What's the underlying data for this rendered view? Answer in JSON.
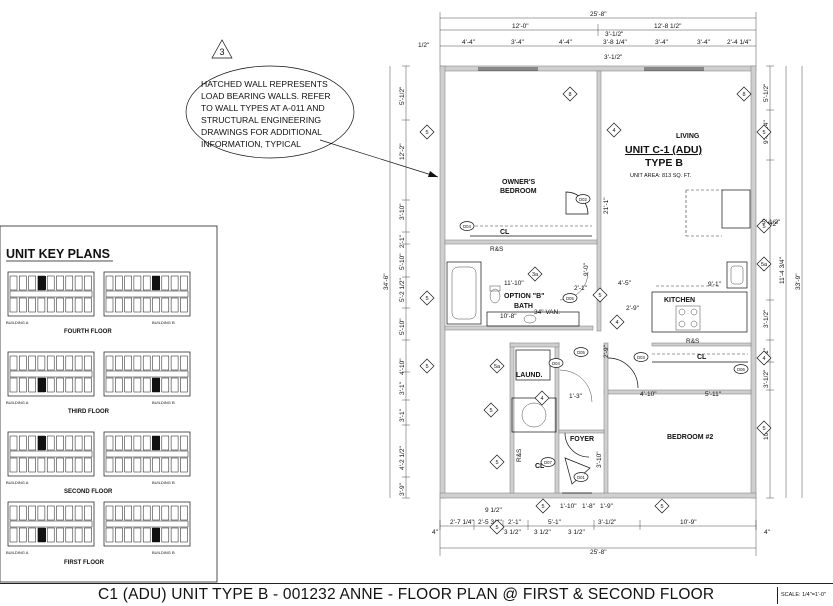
{
  "note_tag": "3",
  "note_lines": [
    "HATCHED WALL REPRESENTS",
    "LOAD BEARING WALLS. REFER",
    "TO WALL TYPES AT A-011 AND",
    "STRUCTURAL ENGINEERING",
    "DRAWINGS  FOR ADDITIONAL",
    "INFORMATION, TYPICAL"
  ],
  "key_plans": {
    "title": "UNIT KEY PLANS",
    "building_left": "BUILDING A",
    "building_right": "BUILDING B",
    "floors": [
      "FOURTH FLOOR",
      "THIRD FLOOR",
      "SECOND FLOOR",
      "FIRST FLOOR"
    ]
  },
  "unit": {
    "name": "UNIT C-1 (ADU)",
    "type": "TYPE B",
    "area": "UNIT AREA: 813 SQ. FT."
  },
  "rooms": {
    "living": "LIVING",
    "owners_bedroom_1": "OWNER'S",
    "owners_bedroom_2": "BEDROOM",
    "option_bath_1": "OPTION \"B\"",
    "option_bath_2": "BATH",
    "kitchen": "KITCHEN",
    "laund": "LAUND.",
    "foyer": "FOYER",
    "bedroom2": "BEDROOM #2",
    "closet": "CL",
    "rs": "R&S",
    "vanity": "34\" VAN."
  },
  "dimensions": {
    "overall_width": "25'-8\"",
    "top_left": "12'-0\"",
    "top_right": "12'-8 1/2\"",
    "top_segs": [
      "4'-4\"",
      "3'-4\"",
      "4'-4\"",
      "3'-1/2\"",
      "3'-8 1/4\"",
      "3'-4\"",
      "3'-4\"",
      "2'-4 1/4\""
    ],
    "top_half": "1/2\"",
    "top_mid": "3'-1/2\"",
    "left_overall": "34'-6\"",
    "left_segs": [
      "5'-1/2\"",
      "12'-2\"",
      "3'-10\"",
      "2'-1\"",
      "5'-10\"",
      "5'-2 1/2\"",
      "5'-10\"",
      "4'-10\"",
      "3'-1\"",
      "3'-1\"",
      "4'-2 1/2\"",
      "3'-9\""
    ],
    "right_overall": "33'-9\"",
    "right_a": "11'-4 3/4\"",
    "right_segs": [
      "5'-1/2\"",
      "9'-8 1/4\"",
      "5'-1/2\"",
      "3'-1/2\"",
      "2'-1\"",
      "3'-1/2\"",
      "10'-0\""
    ],
    "bottom_segs": [
      "2'-7 1/4\"",
      "2'-5 3/4\"",
      "2'-1\"",
      "5'-1\"",
      "3'-1/2\"",
      "10'-9\""
    ],
    "bottom_overall": "25'-8\"",
    "bottom_small": [
      "4\"",
      "3 1/2\"",
      "3 1/2\"",
      "3 1/2\"",
      "4\""
    ],
    "interior": [
      "4'-5\"",
      "2'-9\"",
      "4'-10\"",
      "5'-11\"",
      "21'-1\"",
      "9'-0\"",
      "2'-9\"",
      "1'-3\"",
      "9 1/2\"",
      "1'-10\"",
      "1'-8\"",
      "1'-9\"",
      "3'-10\"",
      "11'-10\"",
      "10'-8\"",
      "9'-1\"",
      "2'-1\"",
      "5'-1/2\""
    ]
  },
  "tags": {
    "wall_types": [
      "4",
      "5",
      "6",
      "8",
      "5a",
      "3a"
    ],
    "doors": [
      "D02",
      "D04",
      "D03",
      "D05",
      "D06",
      "D07",
      "D01"
    ]
  },
  "title_bar": {
    "title": "C1 (ADU) UNIT TYPE B - 001232  ANNE - FLOOR PLAN @ FIRST & SECOND FLOOR",
    "scale": "SCALE: 1/4\"=1'-0\""
  }
}
